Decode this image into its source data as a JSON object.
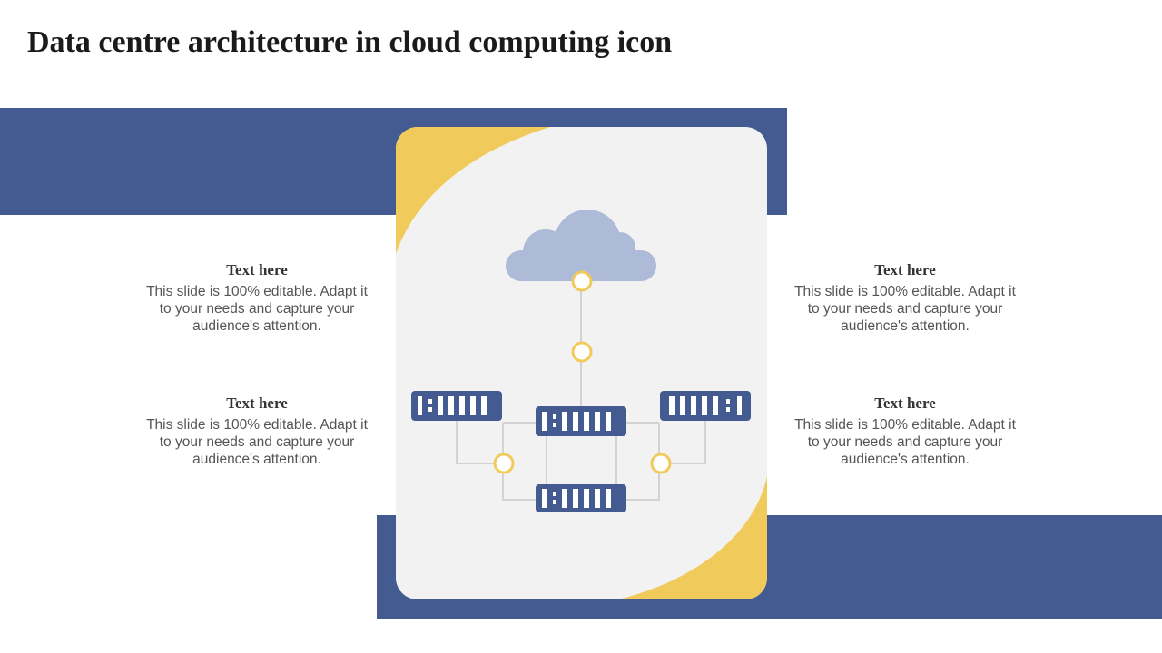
{
  "title": "Data centre architecture in cloud computing icon",
  "colors": {
    "band": "#445b91",
    "accent": "#f0cb5b",
    "card": "#f2f2f2",
    "cloud": "#adbad8",
    "server": "#445b91",
    "connector": "#d3d3d3"
  },
  "icons": [
    "cloud-icon",
    "server-rack-icon",
    "connector-node-icon"
  ],
  "text_blocks": [
    {
      "heading": "Text here",
      "body": "This slide is 100% editable. Adapt it to your needs and capture your audience's attention."
    },
    {
      "heading": "Text here",
      "body": "This slide is 100% editable. Adapt it to your needs and capture your audience's attention."
    },
    {
      "heading": "Text here",
      "body": "This slide is 100% editable. Adapt it to your needs and capture your audience's attention."
    },
    {
      "heading": "Text here",
      "body": "This slide is 100% editable. Adapt it to your needs and capture your audience's attention."
    }
  ]
}
